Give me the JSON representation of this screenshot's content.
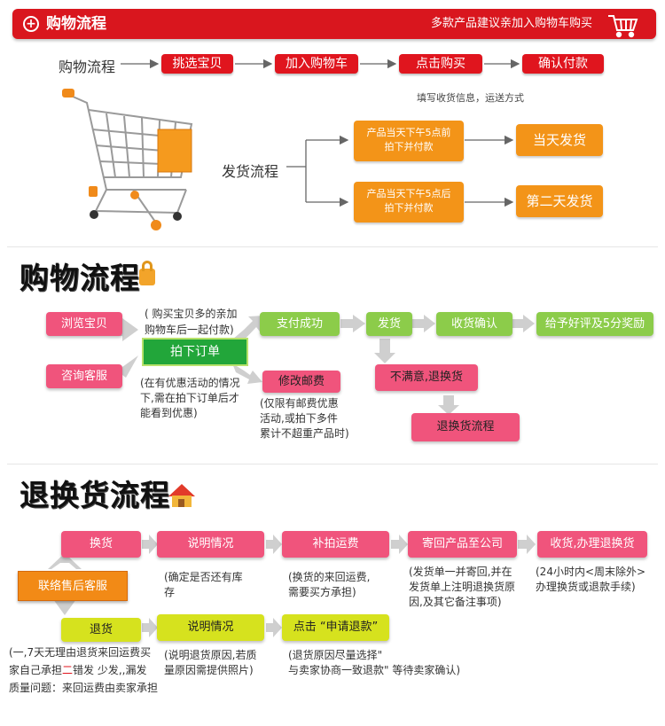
{
  "header": {
    "plus": "+",
    "title": "购物流程",
    "subtitle": "多款产品建议亲加入购物车购买"
  },
  "flow1": {
    "label": "购物流程",
    "steps": [
      "挑选宝贝",
      "加入购物车",
      "点击购买",
      "确认付款"
    ],
    "note": "填写收货信息，运送方式"
  },
  "ship": {
    "label": "发货流程",
    "cond1": [
      "产品当天下午5点前",
      "拍下并付款"
    ],
    "cond2": [
      "产品当天下午5点后",
      "拍下并付款"
    ],
    "result1": "当天发货",
    "result2": "第二天发货"
  },
  "section2": {
    "title": "购物流程",
    "browse": "浏览宝贝",
    "consult": "咨询客服",
    "note_top": [
      "( 购买宝贝多的亲加",
      "购物车后一起付款)"
    ],
    "order": "拍下订单",
    "note_order": [
      "(在有优惠活动的情况",
      "下,需在拍下订单后才",
      "能看到优惠)"
    ],
    "pay": "支付成功",
    "modify": "修改邮费",
    "note_modify": [
      "(仅限有邮费优惠",
      "活动,或拍下多件",
      "累计不超重产品时)"
    ],
    "ship": "发货",
    "confirm": "收货确认",
    "reward": "给予好评及5分奖励",
    "unhappy": "不满意,退换货",
    "return_flow": "退换货流程"
  },
  "section3": {
    "title": "退换货流程",
    "exchange": "换货",
    "explain1": "说明情况",
    "note_explain1": [
      "(确定是否还有库",
      "存"
    ],
    "extra_fee": "补拍运费",
    "note_fee": [
      "(换货的来回运费,",
      "需要买方承担)"
    ],
    "send_back": "寄回产品至公司",
    "note_send": [
      "(发货单一并寄回,并在",
      "发货单上注明退换货原",
      "因,及其它备注事项)"
    ],
    "receive": "收货,办理退换货",
    "note_receive": [
      "(24小时内<周末除外>",
      "办理换货或退款手续)"
    ],
    "contact": "联络售后客服",
    "refund": "退货",
    "note_refund1": "(一,7天无理由退货来回运费买",
    "note_refund2a": "家自己承担",
    "note_refund2b": "二",
    "note_refund2c": "错发 少发,,漏发",
    "note_refund3": "质量问题：来回运费由卖家承担",
    "explain2": "说明情况",
    "note_explain2": [
      "(说明退货原因,若质",
      "量原因需提供照片)"
    ],
    "apply_refund": "点击 “申请退款”",
    "note_apply": [
      "(退货原因尽量选择\"",
      "与卖家协商一致退款\" 等待卖家确认)"
    ]
  },
  "colors": {
    "red": "#e0151e",
    "orange": "#f39418",
    "pink": "#f0547c",
    "green": "#22a63a",
    "light_green": "#8ccc4a",
    "yellow": "#d6e21e"
  }
}
